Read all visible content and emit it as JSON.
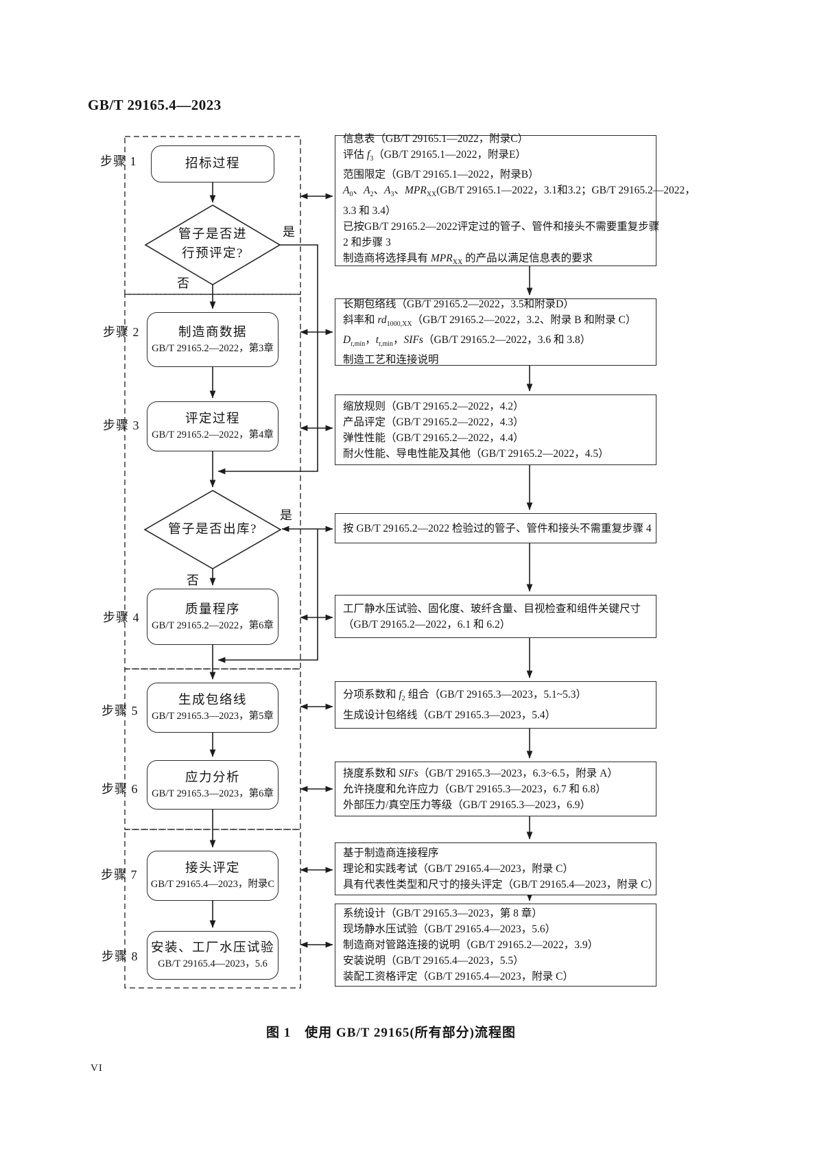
{
  "header": {
    "doc_number": "GB/T 29165.4—2023"
  },
  "footer": {
    "page_number": "VI"
  },
  "caption": "图 1　使用 GB/T 29165(所有部分)流程图",
  "labels": {
    "yes": "是",
    "no": "否"
  },
  "step_labels": [
    "步骤 1",
    "步骤 2",
    "步骤 3",
    "步骤 4",
    "步骤 5",
    "步骤 6",
    "步骤 7",
    "步骤 8"
  ],
  "flow_nodes": {
    "bidding": {
      "title": "招标过程"
    },
    "prequalify_decision": {
      "line1": "管子是否进",
      "line2": "行预评定?"
    },
    "manufacturer_data": {
      "title": "制造商数据",
      "ref": "GB/T 29165.2—2022，第3章"
    },
    "qualification": {
      "title": "评定过程",
      "ref": "GB/T 29165.2—2022，第4章"
    },
    "stock_decision": {
      "title": "管子是否出库?"
    },
    "quality_program": {
      "title": "质量程序",
      "ref": "GB/T 29165.2—2022，第6章"
    },
    "envelope": {
      "title": "生成包络线",
      "ref": "GB/T 29165.3—2023，第5章"
    },
    "stress": {
      "title": "应力分析",
      "ref": "GB/T 29165.3—2023，第6章"
    },
    "joint": {
      "title": "接头评定",
      "ref": "GB/T 29165.4—2023，附录C"
    },
    "install": {
      "title": "安装、工厂水压试验",
      "ref": "GB/T 29165.4—2023，5.6"
    }
  },
  "info_boxes": {
    "step1": {
      "lines": [
        "信息表（GB/T 29165.1—2022，附录C）",
        "评估 <i>f</i><sub>3</sub>（GB/T 29165.1—2022，附录E）",
        "范围限定（GB/T 29165.1—2022，附录B）",
        "<i>A</i><sub>0</sub>、<i>A</i><sub>2</sub>、<i>A</i><sub>3</sub>、<i>MPR</i><sub>XX</sub>(GB/T 29165.1—2022，3.1和3.2；GB/T 29165.2—2022，<br>3.3 和 3.4）",
        "已按GB/T 29165.2—2022评定过的管子、管件和接头不需要重复步骤<br>2 和步骤 3",
        "制造商将选择具有 <i>MPR</i><sub>XX</sub> 的产品以满足信息表的要求"
      ]
    },
    "step2": {
      "lines": [
        "长期包络线（GB/T 29165.2—2022，3.5和附录D）",
        "斜率和 <i>rd</i><sub>1000,XX</sub>（GB/T 29165.2—2022，3.2、附录 B 和附录 C）",
        "<i>D</i><sub>r,min</sub>，<i>t</i><sub>r,min</sub>，<i>SIFs</i>（GB/T 29165.2—2022，3.6 和 3.8）",
        "制造工艺和连接说明"
      ]
    },
    "step3": {
      "lines": [
        "缩放规则（GB/T 29165.2—2022，4.2）",
        "产品评定（GB/T 29165.2—2022，4.3）",
        "弹性性能（GB/T 29165.2—2022，4.4）",
        "耐火性能、导电性能及其他（GB/T 29165.2—2022，4.5）"
      ]
    },
    "skip4": {
      "lines": [
        "按 GB/T 29165.2—2022 检验过的管子、管件和接头不需重复步骤 4"
      ]
    },
    "step4": {
      "lines": [
        "工厂静水压试验、固化度、玻纤含量、目视检查和组件关键尺寸",
        "（GB/T 29165.2—2022，6.1 和 6.2）"
      ]
    },
    "step5": {
      "lines": [
        "分项系数和 <i>f</i><sub>2</sub> 组合（GB/T 29165.3—2023，5.1~5.3）",
        "生成设计包络线（GB/T 29165.3—2023，5.4）"
      ]
    },
    "step6": {
      "lines": [
        "挠度系数和 <i>SIFs</i>（GB/T 29165.3—2023，6.3~6.5，附录 A）",
        "允许挠度和允许应力（GB/T 29165.3—2023，6.7 和 6.8）",
        "外部压力/真空压力等级（GB/T 29165.3—2023，6.9）"
      ]
    },
    "step7": {
      "lines": [
        "基于制造商连接程序",
        "理论和实践考试（GB/T 29165.4—2023，附录 C）",
        "具有代表性类型和尺寸的接头评定（GB/T 29165.4—2023，附录 C）"
      ]
    },
    "step8": {
      "lines": [
        "系统设计（GB/T 29165.3—2023，第 8 章）",
        "现场静水压试验（GB/T 29165.4—2023，5.6）",
        "制造商对管路连接的说明（GB/T 29165.2—2022，3.9）",
        "安装说明（GB/T 29165.4—2023，5.5）",
        "装配工资格评定（GB/T 29165.4—2023，附录 C）"
      ]
    }
  }
}
